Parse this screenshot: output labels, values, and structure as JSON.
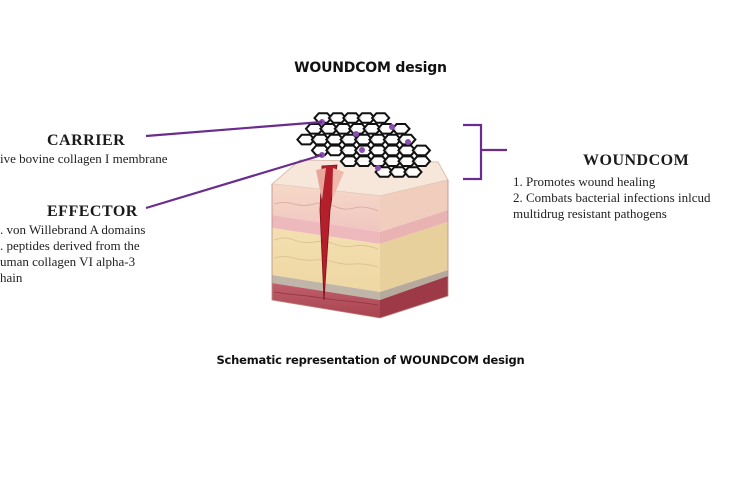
{
  "title": "WOUNDCOM design",
  "caption": "Schematic representation of WOUNDCOM design",
  "accent_color": "#6b2c8f",
  "carrier": {
    "heading": "CARRIER",
    "lines": [
      "ive bovine collagen I membrane"
    ]
  },
  "effector": {
    "heading": "EFFECTOR",
    "lines": [
      ". von Willebrand A domains",
      ". peptides derived from the",
      "uman collagen VI alpha-3",
      "hain"
    ]
  },
  "woundcom": {
    "heading": "WOUNDCOM",
    "lines": [
      "1. Promotes wound healing",
      "2. Combats bacterial infections inlcud",
      "multidrug resistant pathogens"
    ]
  }
}
